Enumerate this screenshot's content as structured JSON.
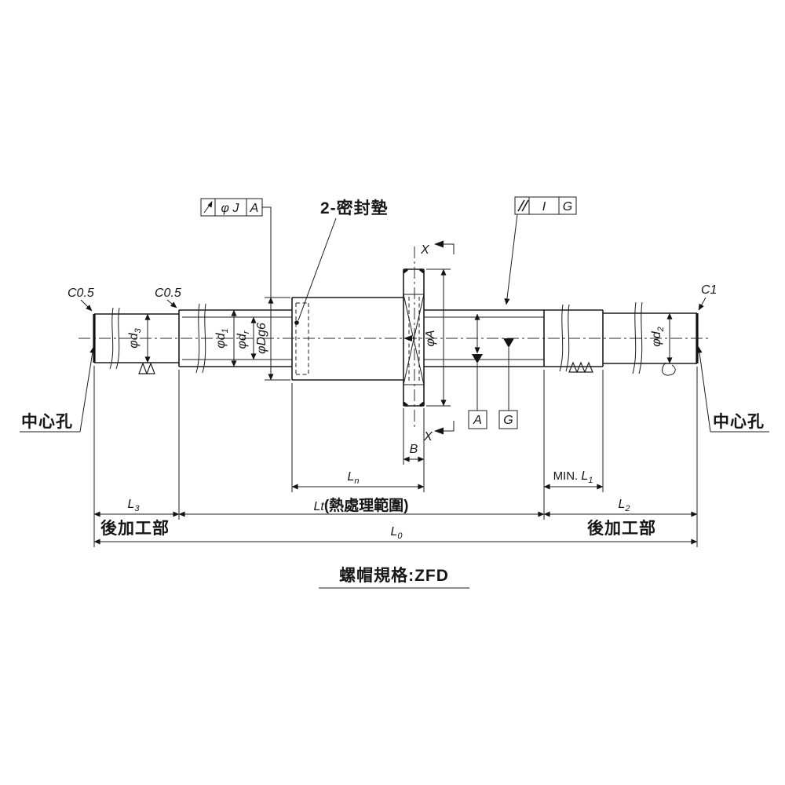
{
  "colors": {
    "line": "#1c1c1c",
    "background": "#ffffff"
  },
  "feature_control_frames": {
    "left": {
      "symbol_icon": "circular-runout-icon",
      "value": "φ J",
      "datum": "A"
    },
    "right": {
      "symbol_icon": "parallelism-icon",
      "value": "I",
      "datum": "G"
    }
  },
  "datum_flags": {
    "a": "A",
    "g": "G"
  },
  "section_marks": {
    "top": "X",
    "bottom": "X"
  },
  "callouts": {
    "seal": "2-密封墊",
    "center_hole_left": "中心孔",
    "center_hole_right": "中心孔",
    "chamfer_left_end": "C0.5",
    "chamfer_left_step": "C0.5",
    "chamfer_right_end": "C1"
  },
  "diameter_dims": {
    "d3_main": "φd",
    "d3_sub": "3",
    "d1_main": "φd",
    "d1_sub": "1",
    "dr_main": "φd",
    "dr_sub": "r",
    "dg6": "φDg6",
    "a_flange": "φA",
    "d2_main": "φd",
    "d2_sub": "2"
  },
  "length_dims": {
    "b": "B",
    "ln_main": "L",
    "ln_sub": "n",
    "min_l1_prefix": "MIN. ",
    "min_l1_main": "L",
    "min_l1_sub": "1",
    "l3_main": "L",
    "l3_sub": "3",
    "lt_main": "Lt",
    "lt_rest": "(熱處理範圍)",
    "l2_main": "L",
    "l2_sub": "2",
    "l0_main": "L",
    "l0_sub": "0"
  },
  "zone_labels": {
    "post_machining_left": "後加工部",
    "post_machining_right": "後加工部"
  },
  "note": {
    "nut_spec": "螺帽規格:ZFD"
  }
}
